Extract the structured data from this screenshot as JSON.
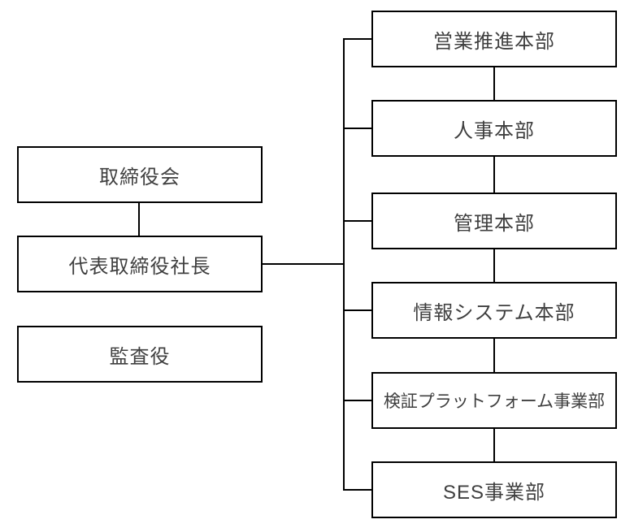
{
  "colors": {
    "background": "#ffffff",
    "box_border": "#000000",
    "connector_line": "#000000",
    "text": "#3f3f3f"
  },
  "org_chart": {
    "left_column": [
      {
        "id": "board",
        "label": "取締役会"
      },
      {
        "id": "president",
        "label": "代表取締役社長"
      },
      {
        "id": "auditor",
        "label": "監査役"
      }
    ],
    "right_column": [
      {
        "id": "sales-promotion",
        "label": "営業推進本部"
      },
      {
        "id": "hr",
        "label": "人事本部"
      },
      {
        "id": "admin",
        "label": "管理本部"
      },
      {
        "id": "info-systems",
        "label": "情報システム本部"
      },
      {
        "id": "verification-platform",
        "label": "検証プラットフォーム事業部"
      },
      {
        "id": "ses",
        "label": "SES事業部"
      }
    ],
    "edges": [
      {
        "from": "board",
        "to": "president"
      },
      {
        "from": "president",
        "to": "sales-promotion"
      },
      {
        "from": "president",
        "to": "hr"
      },
      {
        "from": "president",
        "to": "admin"
      },
      {
        "from": "president",
        "to": "info-systems"
      },
      {
        "from": "president",
        "to": "verification-platform"
      },
      {
        "from": "president",
        "to": "ses"
      }
    ]
  }
}
